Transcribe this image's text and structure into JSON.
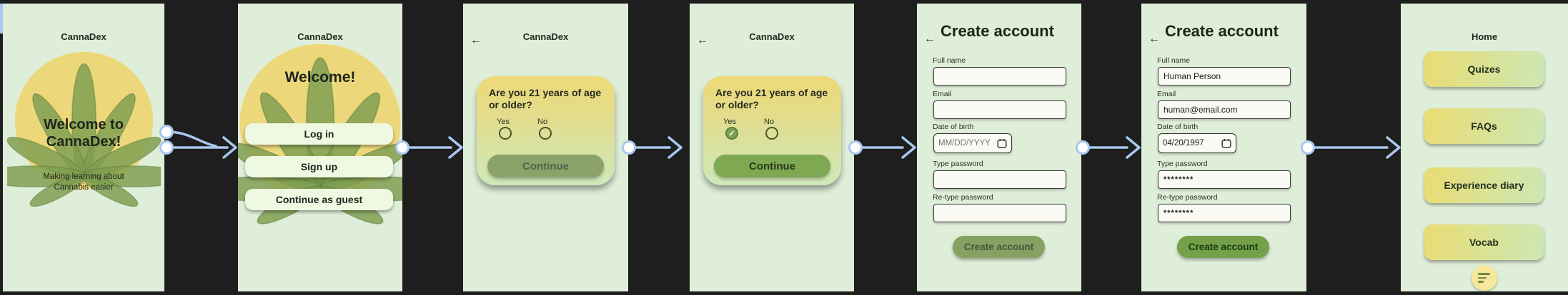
{
  "canvas": {
    "background": "#1d1e1d",
    "screen_background": "#deeed8",
    "connector_color": "#a9c7ef",
    "accent_yellow": "#ecd87a",
    "leaf_green": "#7d9d51"
  },
  "screens": {
    "splash": {
      "title": "CannaDex",
      "heading": "Welcome to CannaDex!",
      "subtitle": "Making learning about Cannabis easier"
    },
    "welcome": {
      "title": "CannaDex",
      "heading": "Welcome!",
      "buttons": [
        "Log in",
        "Sign up",
        "Continue as guest"
      ]
    },
    "age_gate": {
      "title": "CannaDex",
      "back_glyph": "←",
      "question": "Are you 21 years of age or older?",
      "yes_label": "Yes",
      "no_label": "No",
      "continue_label": "Continue",
      "selected": "none"
    },
    "age_gate_selected": {
      "title": "CannaDex",
      "back_glyph": "←",
      "question": "Are you 21 years of age or older?",
      "yes_label": "Yes",
      "no_label": "No",
      "check_glyph": "✓",
      "continue_label": "Continue",
      "selected": "Yes"
    },
    "create_empty": {
      "heading": "Create account",
      "back_glyph": "←",
      "fields": [
        {
          "label": "Full name",
          "value": ""
        },
        {
          "label": "Email",
          "value": ""
        },
        {
          "label": "Date of birth",
          "value": "",
          "placeholder": "MM/DD/YYYY"
        },
        {
          "label": "Type password",
          "value": ""
        },
        {
          "label": "Re-type password",
          "value": ""
        }
      ],
      "submit_label": "Create account",
      "submit_enabled": false
    },
    "create_filled": {
      "heading": "Create account",
      "back_glyph": "←",
      "fields": [
        {
          "label": "Full name",
          "value": "Human Person"
        },
        {
          "label": "Email",
          "value": "human@email.com"
        },
        {
          "label": "Date of birth",
          "value": "04/20/1997",
          "placeholder": "MM/DD/YYYY"
        },
        {
          "label": "Type password",
          "value": "********"
        },
        {
          "label": "Re-type password",
          "value": "********"
        }
      ],
      "submit_label": "Create account",
      "submit_enabled": true
    },
    "home": {
      "title": "Home",
      "buttons": [
        "Quizes",
        "FAQs",
        "Experience diary",
        "Vocab"
      ]
    }
  }
}
